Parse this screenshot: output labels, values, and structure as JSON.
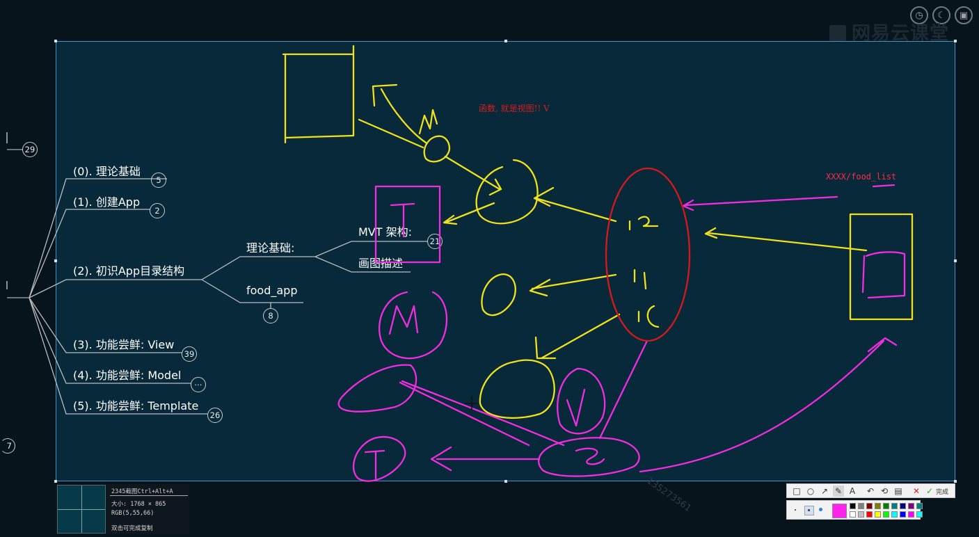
{
  "top_controls": [
    "timer-icon",
    "moon-icon",
    "screen-icon"
  ],
  "logo_text": "网易云课堂",
  "mindmap": {
    "left_badge_top": "29",
    "left_badge_bottom": "7",
    "nodes": [
      {
        "label": "(0). 理论基础",
        "badge": "5"
      },
      {
        "label": "(1). 创建App",
        "badge": "2"
      },
      {
        "label": "(2). 初识App目录结构",
        "badge": ""
      },
      {
        "label": "(3). 功能尝鲜: View",
        "badge": "39"
      },
      {
        "label": "(4). 功能尝鲜: Model",
        "badge": "⋯"
      },
      {
        "label": "(5). 功能尝鲜: Template",
        "badge": "26"
      }
    ],
    "sub_theory": "理论基础:",
    "sub_food": "food_app",
    "sub_food_badge": "8",
    "leaf_mvt": "MVT 架构:",
    "leaf_mvt_badge": "21",
    "leaf_draw": "画图描述"
  },
  "annotations": {
    "red_note": "函数, 就是视图!! V",
    "url_note": "XXXX/food_list"
  },
  "capture_info": {
    "title": "2345截图Ctrl+Alt+A",
    "size": "大小: 1768 × 865",
    "rgb": "RGB(5,55,66)",
    "hint": "双击可完成复制"
  },
  "toolbar": {
    "tools": [
      "rect-tool-icon",
      "ellipse-tool-icon",
      "arrow-tool-icon",
      "pen-tool-icon",
      "text-tool-icon",
      "undo-icon",
      "history-icon",
      "save-icon",
      "cancel-icon"
    ],
    "done_label": "完成",
    "selected_color": "#ff22ee",
    "palette_row1": [
      "#000000",
      "#808080",
      "#800000",
      "#808000",
      "#008000",
      "#008080",
      "#000080",
      "#800080",
      "#008080"
    ],
    "palette_row2": [
      "#ffffff",
      "#c0c0c0",
      "#ff0000",
      "#ffff00",
      "#00ff00",
      "#00ffff",
      "#0000ff",
      "#ff00ff",
      "#00ffff"
    ]
  },
  "watermark": "135273561"
}
